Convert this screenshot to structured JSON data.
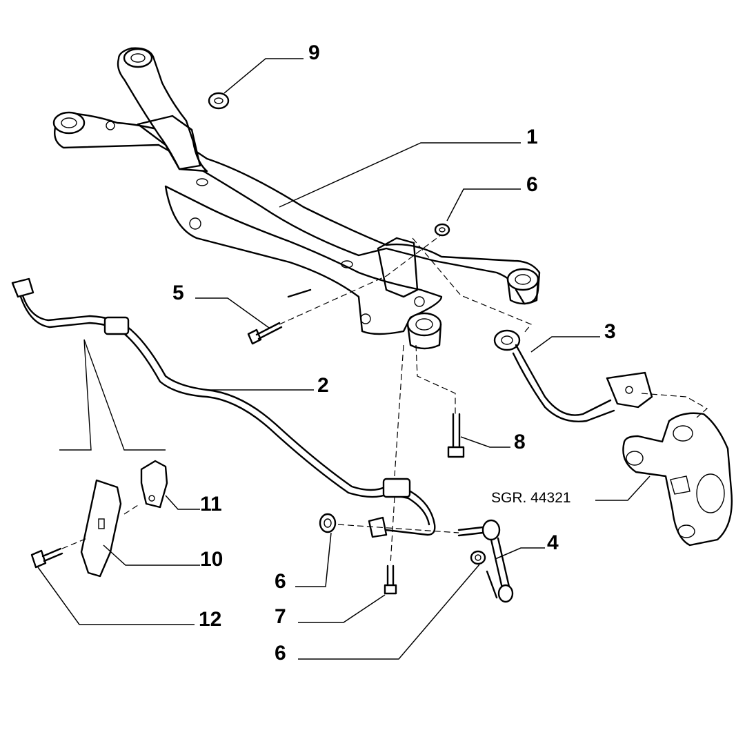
{
  "callouts": {
    "c1": "1",
    "c2": "2",
    "c3": "3",
    "c4": "4",
    "c5": "5",
    "c6a": "6",
    "c6b": "6",
    "c6c": "6",
    "c7": "7",
    "c8": "8",
    "c9": "9",
    "c10": "10",
    "c11": "11",
    "c12": "12"
  },
  "reference": "SGR. 44321"
}
